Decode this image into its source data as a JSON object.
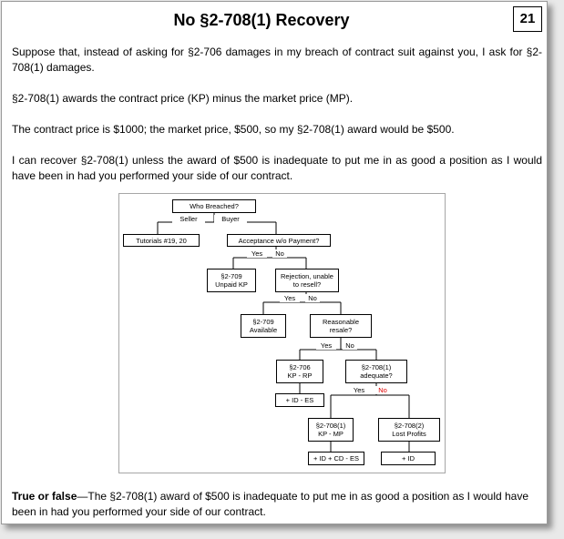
{
  "slide": {
    "title": "No §2-708(1) Recovery",
    "page_number": "21",
    "paragraphs": [
      "Suppose that, instead of asking for §2-706 damages in my breach of contract suit against you, I ask for §2-708(1) damages.",
      "§2-708(1) awards the contract price (KP) minus the market price (MP).",
      "The contract price is $1000; the market price, $500, so my §2-708(1) award would be $500.",
      "I can recover §2-708(1) unless the award of $500 is inadequate to put me in as good a position as I would have been in had you performed your side of our contract."
    ],
    "question_lead": "True or false",
    "question_text": "—The §2-708(1) award of $500 is inadequate to put me in as good a position as I would have been in had you performed your side of our contract."
  },
  "diagram": {
    "nodes": {
      "who_breached": "Who Breached?",
      "tutorials": "Tutorials #19, 20",
      "acceptance": "Acceptance w/o Payment?",
      "unpaid_kp_1": "§2-709",
      "unpaid_kp_2": "Unpaid KP",
      "rejection_1": "Rejection, unable",
      "rejection_2": "to resell?",
      "available_1": "§2-709",
      "available_2": "Available",
      "reasonable_1": "Reasonable",
      "reasonable_2": "resale?",
      "s2706_1": "§2-706",
      "s2706_2": "KP - RP",
      "adequate_1": "§2-708(1)",
      "adequate_2": "adequate?",
      "id_es": "+ ID - ES",
      "s2708_1_1": "§2-708(1)",
      "s2708_1_2": "KP - MP",
      "s2708_2_1": "§2-708(2)",
      "s2708_2_2": "Lost Profits",
      "id_cd_es": "+ ID + CD - ES",
      "id_only": "+ ID"
    },
    "labels": {
      "seller": "Seller",
      "buyer": "Buyer",
      "yes": "Yes",
      "no": "No"
    },
    "colors": {
      "no_highlight": "#e00000"
    }
  }
}
